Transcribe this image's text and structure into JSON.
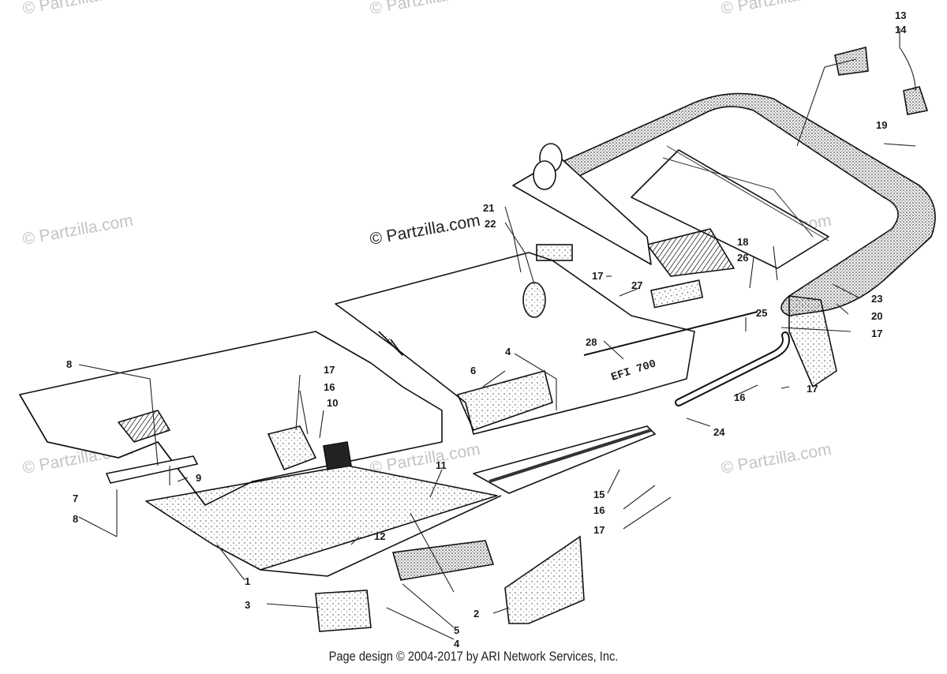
{
  "diagram": {
    "watermarks": [
      "© Partzilla.com",
      "© Partzilla.com",
      "© Partzilla.com",
      "© Partzilla.com",
      "© Partzilla.com",
      "© Partzilla.com",
      "© Partzilla.com",
      "© Partzilla.com",
      "© Partzilla.com"
    ],
    "center_watermark": "© Partzilla.com",
    "callouts": {
      "c13": "13",
      "c14": "14",
      "c19": "19",
      "c21": "21",
      "c22": "22",
      "c18": "18",
      "c26": "26",
      "c17a": "17",
      "c27": "27",
      "c25": "25",
      "c23": "23",
      "c20": "20",
      "c17b": "17",
      "c28": "28",
      "c4a": "4",
      "c6": "6",
      "c16a": "16",
      "c17c": "17",
      "c24": "24",
      "c8a": "8",
      "c17d": "17",
      "c16b": "16",
      "c10": "10",
      "c7": "7",
      "c9": "9",
      "c11": "11",
      "c12": "12",
      "c8b": "8",
      "c15": "15",
      "c16c": "16",
      "c17e": "17",
      "c1": "1",
      "c3": "3",
      "c2": "2",
      "c5": "5",
      "c4b": "4"
    },
    "decal_text": "EFI 700"
  },
  "footer": {
    "credit": "Page design © 2004-2017 by ARI Network Services, Inc."
  }
}
